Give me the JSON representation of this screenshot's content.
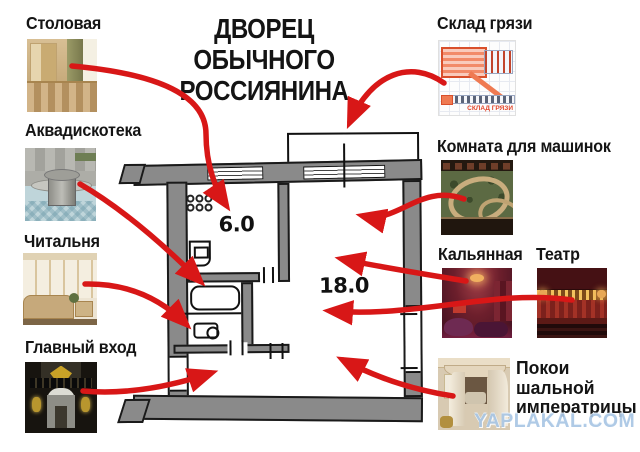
{
  "title": {
    "line1": "ДВОРЕЦ ОБЫЧНОГО",
    "line2": "РОССИЯНИНА"
  },
  "colors": {
    "arrow_red": "#d81717",
    "wall_gray": "#8a8a8a",
    "watermark_blue": "#a9c6e4"
  },
  "rooms": [
    {
      "id": "stolovaya",
      "label": "Столовая"
    },
    {
      "id": "akvadiskoteka",
      "label": "Аквадискотека"
    },
    {
      "id": "chitalnya",
      "label": "Читальня"
    },
    {
      "id": "glavnyy_vkhod",
      "label": "Главный вход"
    },
    {
      "id": "sklad_gryazi",
      "label": "Склад грязи",
      "caption": "СКЛАД ГРЯЗИ"
    },
    {
      "id": "komnata_dlya_mashinok",
      "label": "Комната для машинок"
    },
    {
      "id": "kalyannaya",
      "label": "Кальянная"
    },
    {
      "id": "teatr",
      "label": "Театр"
    },
    {
      "id": "pokoi",
      "label_lines": [
        "Покои",
        "шальной",
        "императрицы"
      ]
    }
  ],
  "floor_plan": {
    "kitchen_area": "6.0",
    "living_room_area": "18.0"
  },
  "watermark": "YAPLAKAL.COM"
}
